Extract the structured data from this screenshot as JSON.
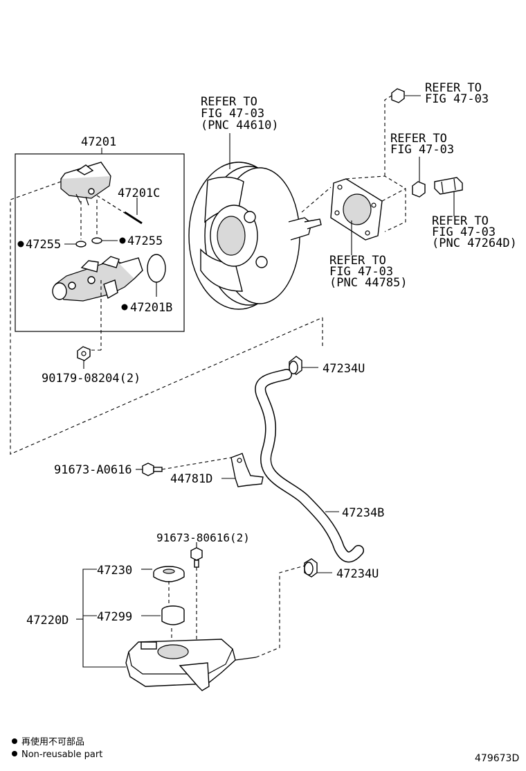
{
  "callouts": {
    "booster_ref": [
      "REFER TO",
      "FIG 47-03",
      "(PNC 44610)"
    ],
    "top_right_ref": [
      "REFER TO",
      "FIG 47-03"
    ],
    "mid_right_ref": [
      "REFER TO",
      "FIG 47-03"
    ],
    "bracket_ref": [
      "REFER TO",
      "FIG 47-03",
      "(PNC 47264D)"
    ],
    "plate_ref": [
      "REFER TO",
      "FIG 47-03",
      "(PNC 44785)"
    ]
  },
  "parts": {
    "p47201": "47201",
    "p47201C": "47201C",
    "p47255_left": "47255",
    "p47255_right": "47255",
    "p47201B": "47201B",
    "p90179": "90179-08204(2)",
    "p47234U_top": "47234U",
    "p91673A": "91673-A0616",
    "p44781D": "44781D",
    "p47234B": "47234B",
    "p91673_80616": "91673-80616(2)",
    "p47230": "47230",
    "p47234U_bottom": "47234U",
    "p47220D": "47220D",
    "p47299": "47299"
  },
  "legend": {
    "line1": "再使用不可部品",
    "line2": "Non-reusable part"
  },
  "figure_id": "479673D"
}
